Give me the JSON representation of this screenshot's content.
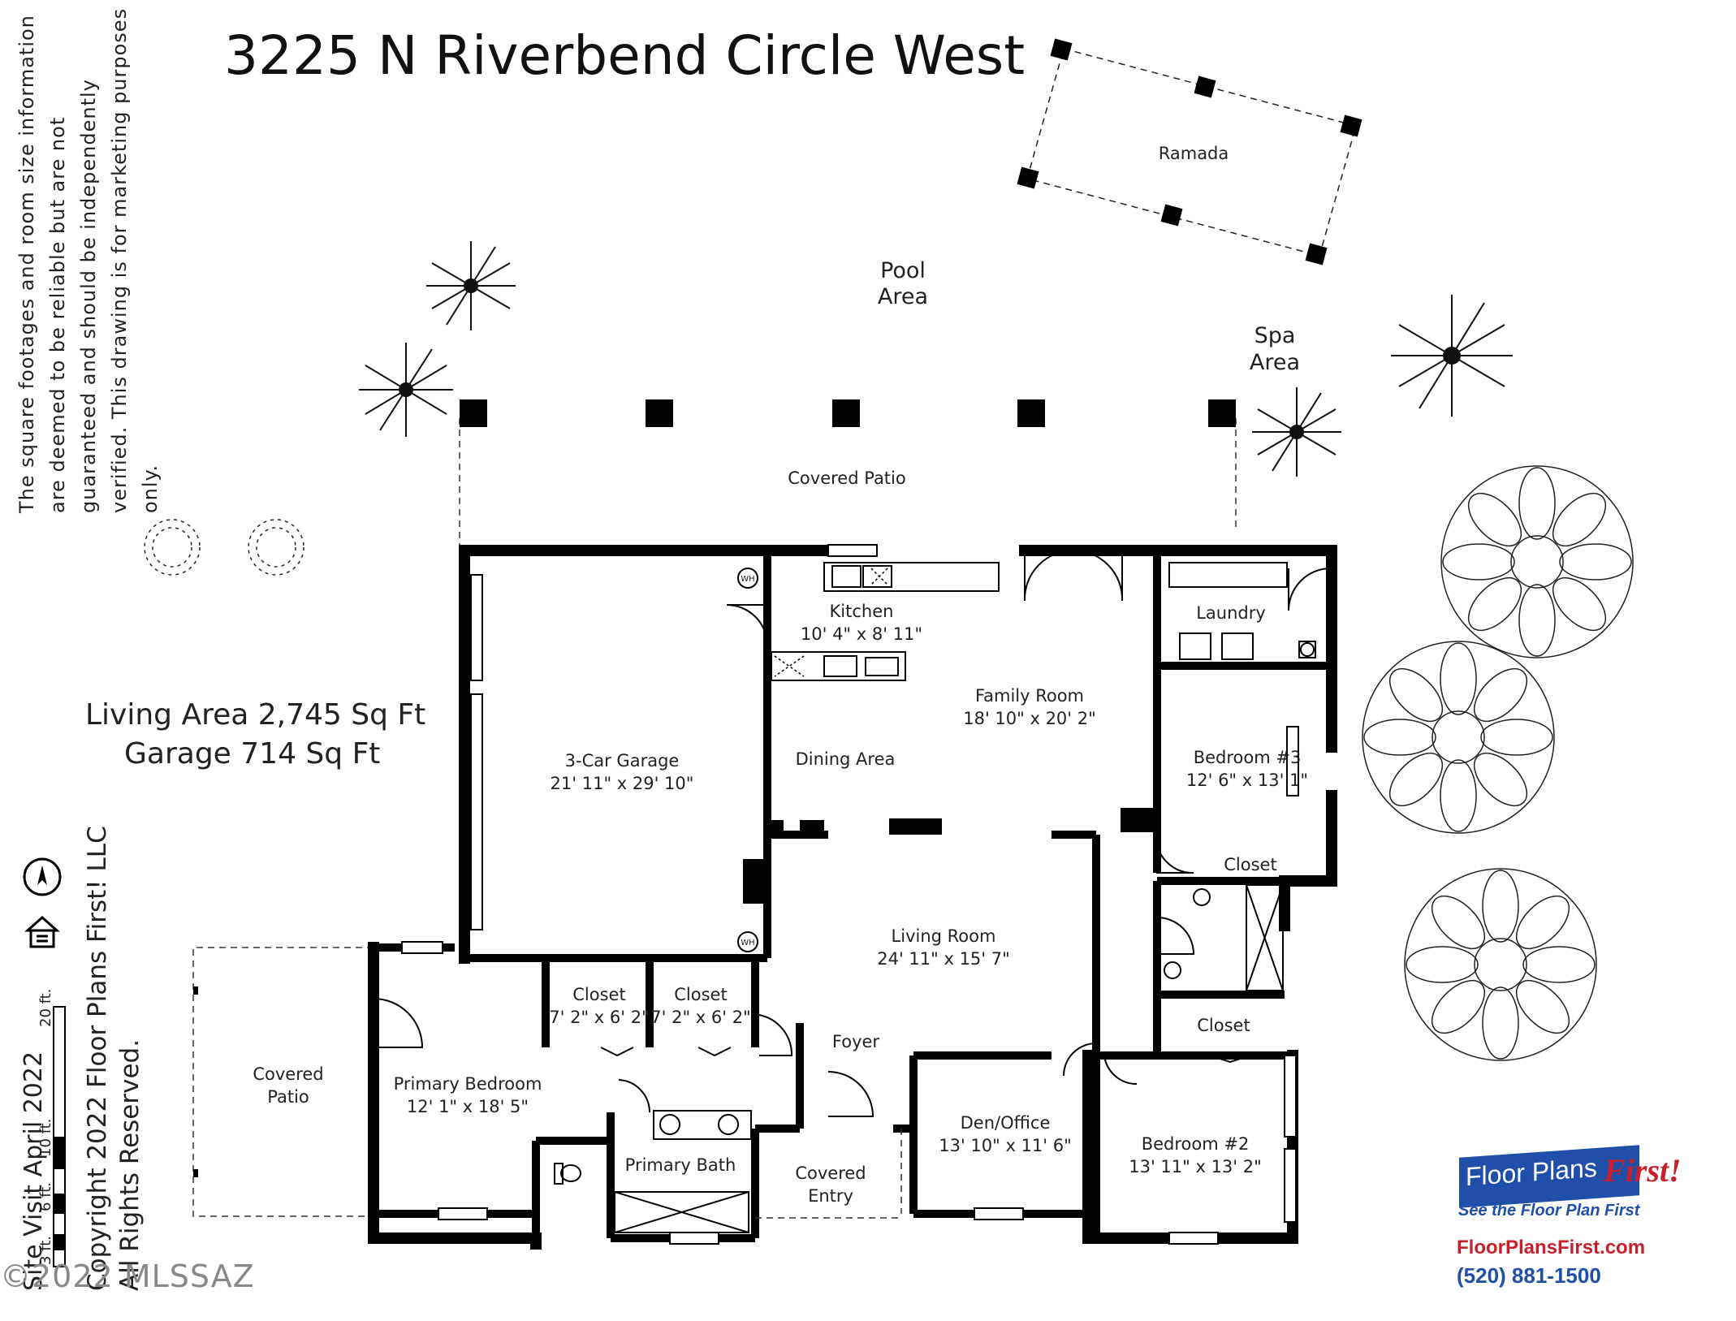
{
  "title": "3225 N Riverbend Circle West",
  "disclaimer": "The square footages and room size information are deemed to be reliable but are not guaranteed and should be independently verified. This drawing is for marketing purposes only.",
  "area_summary": {
    "living": "Living Area 2,745 Sq Ft",
    "garage": "Garage 714 Sq Ft"
  },
  "outdoor": {
    "ramada": "Ramada",
    "pool_1": "Pool",
    "pool_2": "Area",
    "spa_1": "Spa",
    "spa_2": "Area",
    "covered_patio_top": "Covered Patio",
    "covered_patio_left_1": "Covered",
    "covered_patio_left_2": "Patio"
  },
  "rooms": {
    "kitchen": {
      "name": "Kitchen",
      "size": "10' 4\" x 8' 11\""
    },
    "laundry": {
      "name": "Laundry"
    },
    "family_room": {
      "name": "Family Room",
      "size": "18' 10\" x 20' 2\""
    },
    "garage": {
      "name": "3-Car Garage",
      "size": "21' 11\" x 29' 10\""
    },
    "dining": {
      "name": "Dining Area"
    },
    "bedroom3": {
      "name": "Bedroom #3",
      "size": "12' 6\" x 13' 1\""
    },
    "closet_b3": {
      "name": "Closet"
    },
    "living_room": {
      "name": "Living Room",
      "size": "24' 11\" x 15' 7\""
    },
    "closet_1": {
      "name": "Closet",
      "size": "7' 2\" x 6' 2\""
    },
    "closet_2": {
      "name": "Closet",
      "size": "7' 2\" x 6' 2\""
    },
    "closet_b2": {
      "name": "Closet"
    },
    "foyer": {
      "name": "Foyer"
    },
    "primary_bedroom": {
      "name": "Primary Bedroom",
      "size": "12' 1\" x 18' 5\""
    },
    "primary_bath": {
      "name": "Primary Bath"
    },
    "covered_entry_1": "Covered",
    "covered_entry_2": "Entry",
    "den": {
      "name": "Den/Office",
      "size": "13' 10\" x 11' 6\""
    },
    "bedroom2": {
      "name": "Bedroom #2",
      "size": "13' 11\" x 13' 2\""
    }
  },
  "fixtures": {
    "water_heater": "WH"
  },
  "scale": {
    "label_20": "20 ft.",
    "label_10": "10 ft.",
    "label_6": "6 ft.",
    "label_3": "3 ft."
  },
  "site_visit": "Site Visit April 2022",
  "copyright_1": "Copyright 2022 Floor Plans First! LLC",
  "copyright_2": "All Rights Reserved.",
  "mls": "©2022 MLSSAZ",
  "logo": {
    "brand": "Floor Plans",
    "first": "First!",
    "tagline": "See the Floor Plan First",
    "url": "FloorPlansFirst.com",
    "phone": "(520) 881-1500"
  },
  "icons": [
    "compass-north-icon",
    "equal-housing-icon",
    "tree-icon",
    "palm-icon",
    "shrub-icon"
  ]
}
